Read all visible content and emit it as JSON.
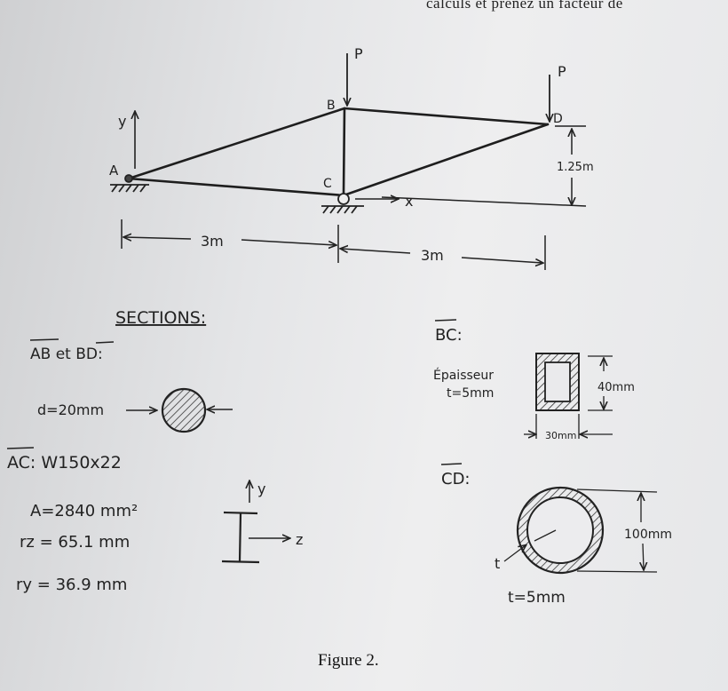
{
  "header_text": "calculs et prenez un facteur de",
  "truss": {
    "node_labels": {
      "A": "A",
      "B": "B",
      "C": "C",
      "D": "D"
    },
    "load_B": "P",
    "load_D": "P",
    "axis_x": "x",
    "axis_y": "y",
    "span_left": "3m",
    "span_right": "3m",
    "height": "1.25m"
  },
  "sections": {
    "title": "SECTIONS:",
    "ab_bd": {
      "label": "AB et BD:",
      "diameter": "d=20mm"
    },
    "ac": {
      "label": "AC:  W150x22",
      "area": "A=2840 mm²",
      "rz": "rz = 65.1 mm",
      "ry": "ry = 36.9 mm",
      "axis_y": "y",
      "axis_z": "z"
    },
    "bc": {
      "label": "BC:",
      "thickness_label": "Épaisseur",
      "thickness": "t=5mm",
      "height": "40mm",
      "width": "30mm"
    },
    "cd": {
      "label": "CD:",
      "diameter": "100mm",
      "t_marker": "t",
      "thickness": "t=5mm"
    }
  },
  "caption": "Figure 2."
}
